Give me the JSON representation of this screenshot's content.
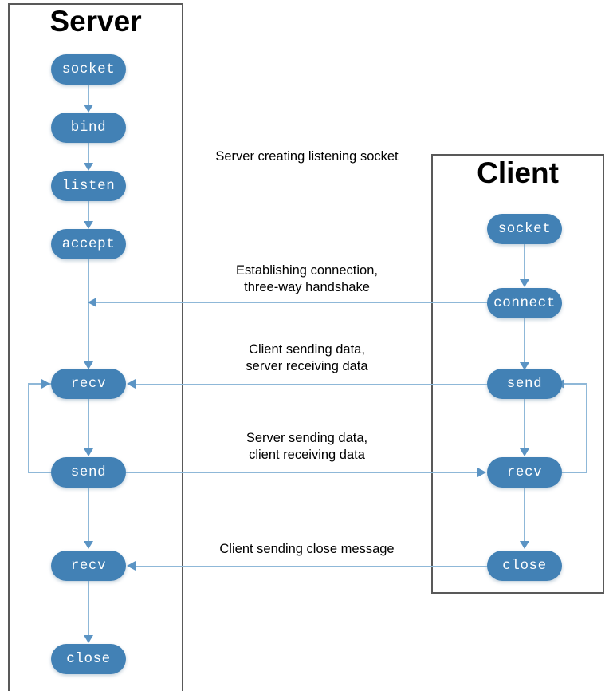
{
  "diagram": {
    "title_semantic": "TCP socket client-server call sequence",
    "colors": {
      "node_fill": "#4281B5",
      "node_text": "#FFFFFF",
      "connector": "#8FB8D8",
      "arrowhead": "#5B94C4",
      "pane_border": "#595959",
      "background": "#FFFFFF",
      "label_text": "#000000"
    },
    "panes": [
      {
        "id": "server",
        "title": "Server"
      },
      {
        "id": "client",
        "title": "Client"
      }
    ],
    "server_nodes": [
      {
        "id": "server-socket",
        "label": "socket"
      },
      {
        "id": "server-bind",
        "label": "bind"
      },
      {
        "id": "server-listen",
        "label": "listen"
      },
      {
        "id": "server-accept",
        "label": "accept"
      },
      {
        "id": "server-recv-1",
        "label": "recv"
      },
      {
        "id": "server-send",
        "label": "send"
      },
      {
        "id": "server-recv-2",
        "label": "recv"
      },
      {
        "id": "server-close",
        "label": "close"
      }
    ],
    "client_nodes": [
      {
        "id": "client-socket",
        "label": "socket"
      },
      {
        "id": "client-connect",
        "label": "connect"
      },
      {
        "id": "client-send",
        "label": "send"
      },
      {
        "id": "client-recv",
        "label": "recv"
      },
      {
        "id": "client-close",
        "label": "close"
      }
    ],
    "edge_labels": [
      {
        "id": "label-listening",
        "text": "Server creating listening socket"
      },
      {
        "id": "label-handshake",
        "text": "Establishing connection,\nthree-way handshake"
      },
      {
        "id": "label-client-send",
        "text": "Client sending data,\nserver receiving data"
      },
      {
        "id": "label-server-send",
        "text": "Server sending data,\nclient receiving data"
      },
      {
        "id": "label-close",
        "text": "Client sending close message"
      }
    ]
  }
}
